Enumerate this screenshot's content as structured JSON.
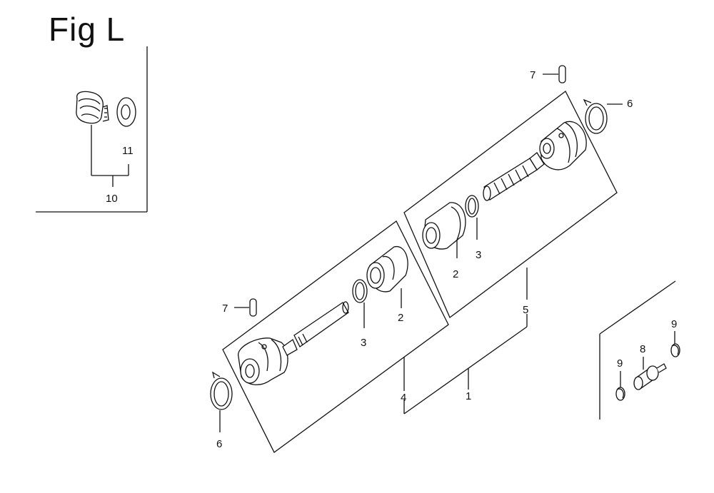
{
  "figure": {
    "title": "Fig L"
  },
  "callouts": {
    "c1": "1",
    "c2a": "2",
    "c2b": "2",
    "c3a": "3",
    "c3b": "3",
    "c4": "4",
    "c5": "5",
    "c6a": "6",
    "c6b": "6",
    "c7a": "7",
    "c7b": "7",
    "c8": "8",
    "c9a": "9",
    "c9b": "9",
    "c10": "10",
    "c11": "11"
  }
}
